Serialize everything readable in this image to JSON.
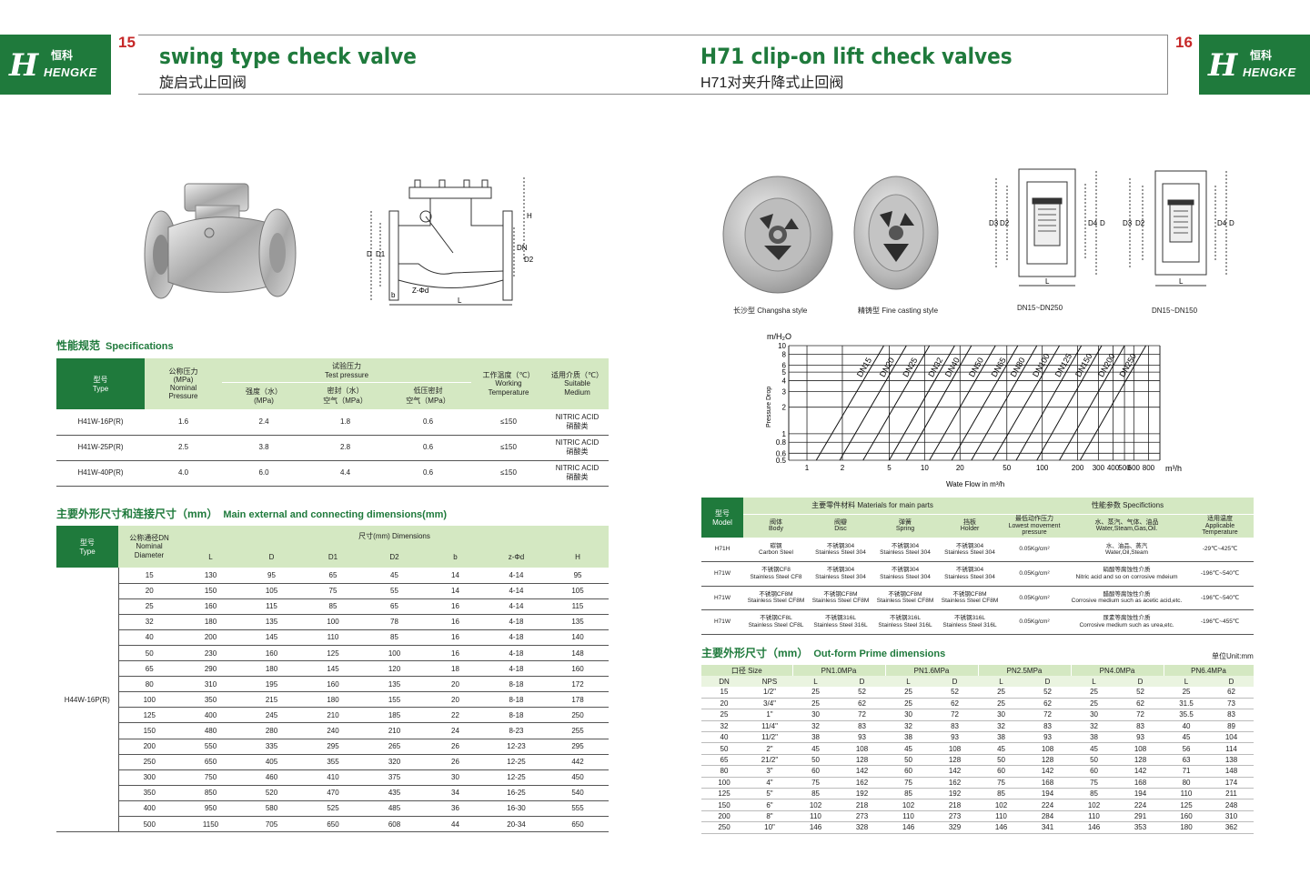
{
  "left_page": {
    "logo": {
      "mark": "H",
      "cn": "恒科",
      "en": "HENGKE"
    },
    "page_number": "15",
    "title_en": "swing type check valve",
    "title_cn": "旋启式止回阀",
    "drawing_labels": {
      "d": "D",
      "d1": "D1",
      "h": "H",
      "dn": "DN",
      "d2": "D2",
      "b": "b",
      "l": "L",
      "zd": "Z-Φd"
    },
    "spec_title": {
      "cn": "性能规范",
      "en": "Specifications"
    },
    "spec_table": {
      "headers": {
        "type": "型号\nType",
        "nominal": "公称压力\n(MPa)\nNominal\nPressure",
        "test": "试验压力\nTest pressure",
        "strength": "强度（水）\n(MPa)",
        "seal_water": "密封（水）\n空气（MPa）",
        "seal_air": "低压密封\n空气（MPa）",
        "temp": "工作温度（℃）\nWorking\nTemperature",
        "medium": "适用介质（℃）\nSuitable\nMedium"
      },
      "rows": [
        [
          "H41W-16P(R)",
          "1.6",
          "2.4",
          "1.8",
          "0.6",
          "≤150",
          "NITRIC ACID\n硝酸类"
        ],
        [
          "H41W-25P(R)",
          "2.5",
          "3.8",
          "2.8",
          "0.6",
          "≤150",
          "NITRIC ACID\n硝酸类"
        ],
        [
          "H41W-40P(R)",
          "4.0",
          "6.0",
          "4.4",
          "0.6",
          "≤150",
          "NITRIC ACID\n硝酸类"
        ]
      ]
    },
    "dim_title": {
      "cn": "主要外形尺寸和连接尺寸（mm）",
      "en": "Main external and connecting dimensions(mm)"
    },
    "dim_table": {
      "type_header": "型号\nType",
      "dn_header": "公称通径DN\nNominal\nDiameter",
      "dims_header": "尺寸(mm) Dimensions",
      "columns": [
        "L",
        "D",
        "D1",
        "D2",
        "b",
        "z-Φd",
        "H"
      ],
      "type_value": "H44W-16P(R)",
      "rows": [
        [
          "15",
          "130",
          "95",
          "65",
          "45",
          "14",
          "4-14",
          "95"
        ],
        [
          "20",
          "150",
          "105",
          "75",
          "55",
          "14",
          "4-14",
          "105"
        ],
        [
          "25",
          "160",
          "115",
          "85",
          "65",
          "16",
          "4-14",
          "115"
        ],
        [
          "32",
          "180",
          "135",
          "100",
          "78",
          "16",
          "4-18",
          "135"
        ],
        [
          "40",
          "200",
          "145",
          "110",
          "85",
          "16",
          "4-18",
          "140"
        ],
        [
          "50",
          "230",
          "160",
          "125",
          "100",
          "16",
          "4-18",
          "148"
        ],
        [
          "65",
          "290",
          "180",
          "145",
          "120",
          "18",
          "4-18",
          "160"
        ],
        [
          "80",
          "310",
          "195",
          "160",
          "135",
          "20",
          "8-18",
          "172"
        ],
        [
          "100",
          "350",
          "215",
          "180",
          "155",
          "20",
          "8-18",
          "178"
        ],
        [
          "125",
          "400",
          "245",
          "210",
          "185",
          "22",
          "8-18",
          "250"
        ],
        [
          "150",
          "480",
          "280",
          "240",
          "210",
          "24",
          "8-23",
          "255"
        ],
        [
          "200",
          "550",
          "335",
          "295",
          "265",
          "26",
          "12-23",
          "295"
        ],
        [
          "250",
          "650",
          "405",
          "355",
          "320",
          "26",
          "12-25",
          "442"
        ],
        [
          "300",
          "750",
          "460",
          "410",
          "375",
          "30",
          "12-25",
          "450"
        ],
        [
          "350",
          "850",
          "520",
          "470",
          "435",
          "34",
          "16-25",
          "540"
        ],
        [
          "400",
          "950",
          "580",
          "525",
          "485",
          "36",
          "16-30",
          "555"
        ],
        [
          "500",
          "1150",
          "705",
          "650",
          "608",
          "44",
          "20-34",
          "650"
        ]
      ]
    }
  },
  "right_page": {
    "logo": {
      "mark": "H",
      "cn": "恒科",
      "en": "HENGKE"
    },
    "page_number": "16",
    "title_en": "H71 clip-on lift check valves",
    "title_cn": "H71对夹升降式止回阀",
    "captions": {
      "changsha": "长沙型 Changsha style",
      "fine": "精铸型 Fine casting style",
      "dn_a": "DN15~DN250",
      "dn_b": "DN15~DN150"
    },
    "drawing_labels": {
      "d3": "D3",
      "d2": "D2",
      "d4": "D4",
      "d": "D",
      "l": "L"
    },
    "material_table": {
      "model_header": "型号\nModel",
      "parts_header": "主要零件材料 Materials for main parts",
      "perf_header": "性能参数 Specifictions",
      "sub_headers": [
        "阀体\nBody",
        "阀瓣\nDisc",
        "弹簧\nSpring",
        "挡板\nHolder",
        "最低动作压力\nLowest movement\npressure",
        "水、蒸汽、气体、油品\nWater,Steam,Gas,Oil.",
        "适用温度\nApplicable\nTemperature"
      ],
      "rows": [
        [
          "H71H",
          "碳钢\nCarbon Steel",
          "不锈钢304\nStainless Steel 304",
          "不锈钢304\nStainless Steel 304",
          "不锈钢304\nStainless Steel 304",
          "0.05Kg/cm²",
          "水、油品、蒸汽\nWater,Oil,Steam",
          "-29℃~425℃"
        ],
        [
          "H71W",
          "不锈钢CF8\nStainless Steel CF8",
          "不锈钢304\nStainless Steel 304",
          "不锈钢304\nStainless Steel 304",
          "不锈钢304\nStainless Steel 304",
          "0.05Kg/cm²",
          "硝酸等腐蚀性介质\nNitric acid and so on corrosive mdeium",
          "-196℃~540℃"
        ],
        [
          "H71W",
          "不锈钢CF8M\nStainless Steel CF8M",
          "不锈钢CF8M\nStainless Steel CF8M",
          "不锈钢CF8M\nStainless Steel CF8M",
          "不锈钢CF8M\nStainless Steel CF8M",
          "0.05Kg/cm²",
          "醋酸等腐蚀性介质\nCorrosive medium such as acetic acid,etc.",
          "-196℃~540℃"
        ],
        [
          "H71W",
          "不锈钢CF8L\nStainless Steel CF8L",
          "不锈钢316L\nStainless Steel 316L",
          "不锈钢316L\nStainless Steel 316L",
          "不锈钢316L\nStainless Steel 316L",
          "0.05Kg/cm²",
          "尿素等腐蚀性介质\nCorrosive medium such as urea,etc.",
          "-196℃~455℃"
        ]
      ]
    },
    "outform_title": {
      "cn": "主要外形尺寸（mm）",
      "en": "Out-form Prime dimensions"
    },
    "unit_label": "单位Unit:mm",
    "outform_table": {
      "size_header": "口径 Size",
      "pressure_headers": [
        "PN1.0MPa",
        "PN1.6MPa",
        "PN2.5MPa",
        "PN4.0MPa",
        "PN6.4MPa"
      ],
      "sub_headers": [
        "DN",
        "NPS",
        "L",
        "D",
        "L",
        "D",
        "L",
        "D",
        "L",
        "D",
        "L",
        "D"
      ],
      "rows": [
        [
          "15",
          "1/2\"",
          "25",
          "52",
          "25",
          "52",
          "25",
          "52",
          "25",
          "52",
          "25",
          "62"
        ],
        [
          "20",
          "3/4\"",
          "25",
          "62",
          "25",
          "62",
          "25",
          "62",
          "25",
          "62",
          "31.5",
          "73"
        ],
        [
          "25",
          "1\"",
          "30",
          "72",
          "30",
          "72",
          "30",
          "72",
          "30",
          "72",
          "35.5",
          "83"
        ],
        [
          "32",
          "11/4\"",
          "32",
          "83",
          "32",
          "83",
          "32",
          "83",
          "32",
          "83",
          "40",
          "89"
        ],
        [
          "40",
          "11/2\"",
          "38",
          "93",
          "38",
          "93",
          "38",
          "93",
          "38",
          "93",
          "45",
          "104"
        ],
        [
          "50",
          "2\"",
          "45",
          "108",
          "45",
          "108",
          "45",
          "108",
          "45",
          "108",
          "56",
          "114"
        ],
        [
          "65",
          "21/2\"",
          "50",
          "128",
          "50",
          "128",
          "50",
          "128",
          "50",
          "128",
          "63",
          "138"
        ],
        [
          "80",
          "3\"",
          "60",
          "142",
          "60",
          "142",
          "60",
          "142",
          "60",
          "142",
          "71",
          "148"
        ],
        [
          "100",
          "4\"",
          "75",
          "162",
          "75",
          "162",
          "75",
          "168",
          "75",
          "168",
          "80",
          "174"
        ],
        [
          "125",
          "5\"",
          "85",
          "192",
          "85",
          "192",
          "85",
          "194",
          "85",
          "194",
          "110",
          "211"
        ],
        [
          "150",
          "6\"",
          "102",
          "218",
          "102",
          "218",
          "102",
          "224",
          "102",
          "224",
          "125",
          "248"
        ],
        [
          "200",
          "8\"",
          "110",
          "273",
          "110",
          "273",
          "110",
          "284",
          "110",
          "291",
          "160",
          "310"
        ],
        [
          "250",
          "10\"",
          "146",
          "328",
          "146",
          "329",
          "146",
          "341",
          "146",
          "353",
          "180",
          "362"
        ]
      ]
    }
  },
  "chart_data": {
    "type": "line",
    "title": "",
    "xlabel": "Wate Flow in m³/h",
    "ylabel": "Pressure Drop",
    "y_unit": "m/H₂O",
    "x_unit": "m³/h",
    "x_scale": "log",
    "y_scale": "log",
    "xlim": [
      0.7,
      1000
    ],
    "ylim": [
      0.5,
      10
    ],
    "x_ticks": [
      1,
      2,
      5,
      10,
      20,
      50,
      100,
      200,
      300,
      400,
      500,
      600,
      800
    ],
    "y_ticks": [
      0.5,
      0.6,
      0.8,
      1,
      2,
      3,
      4,
      5,
      6,
      8,
      10
    ],
    "grid": true,
    "series": [
      {
        "name": "DN15",
        "x": [
          1.2,
          4.5
        ],
        "y": [
          0.5,
          10
        ]
      },
      {
        "name": "DN20",
        "x": [
          1.9,
          7
        ],
        "y": [
          0.5,
          10
        ]
      },
      {
        "name": "DN25",
        "x": [
          3,
          11
        ],
        "y": [
          0.5,
          10
        ]
      },
      {
        "name": "DN32",
        "x": [
          5,
          18
        ],
        "y": [
          0.5,
          10
        ]
      },
      {
        "name": "DN40",
        "x": [
          7,
          25
        ],
        "y": [
          0.5,
          10
        ]
      },
      {
        "name": "DN50",
        "x": [
          11,
          40
        ],
        "y": [
          0.5,
          10
        ]
      },
      {
        "name": "DN65",
        "x": [
          17,
          62
        ],
        "y": [
          0.5,
          10
        ]
      },
      {
        "name": "DN80",
        "x": [
          25,
          90
        ],
        "y": [
          0.5,
          10
        ]
      },
      {
        "name": "DN100",
        "x": [
          38,
          140
        ],
        "y": [
          0.5,
          10
        ]
      },
      {
        "name": "DN125",
        "x": [
          60,
          215
        ],
        "y": [
          0.5,
          10
        ]
      },
      {
        "name": "DN150",
        "x": [
          90,
          320
        ],
        "y": [
          0.5,
          10
        ]
      },
      {
        "name": "DN200",
        "x": [
          140,
          500
        ],
        "y": [
          0.5,
          10
        ]
      },
      {
        "name": "DN250",
        "x": [
          210,
          760
        ],
        "y": [
          0.5,
          10
        ]
      }
    ]
  }
}
